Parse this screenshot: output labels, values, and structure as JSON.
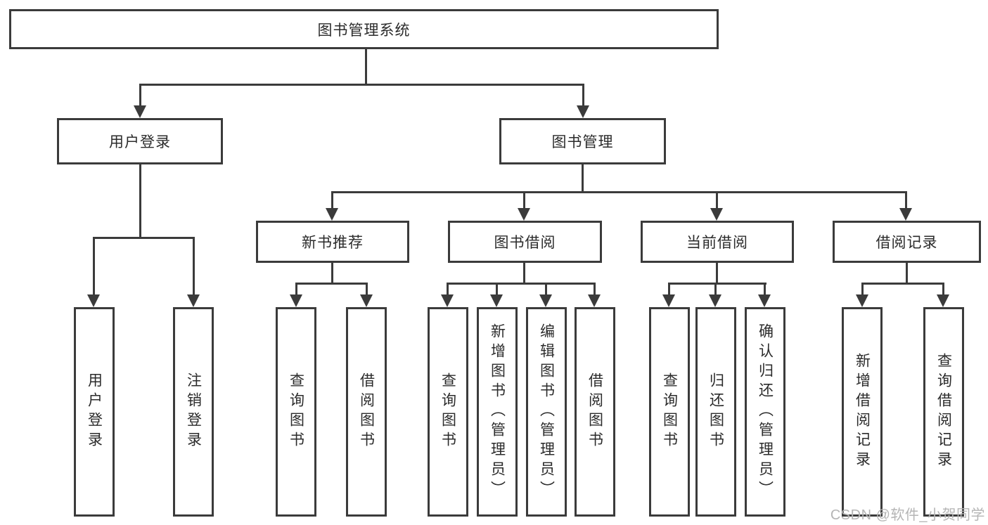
{
  "diagram": {
    "type": "tree",
    "nodes": {
      "root": {
        "label": "图书管理系统"
      },
      "user_login": {
        "label": "用户登录"
      },
      "book_mgmt": {
        "label": "图书管理"
      },
      "new_book_rec": {
        "label": "新书推荐"
      },
      "book_borrow": {
        "label": "图书借阅"
      },
      "current_borrow": {
        "label": "当前借阅"
      },
      "borrow_records": {
        "label": "借阅记录"
      },
      "leaf_user_login": {
        "label": "用户登录"
      },
      "leaf_logout": {
        "label": "注销登录"
      },
      "leaf_query_book_1": {
        "label": "查询图书"
      },
      "leaf_borrow_book_1": {
        "label": "借阅图书"
      },
      "leaf_query_book_2": {
        "label": "查询图书"
      },
      "leaf_add_book": {
        "label": "新增图书（管理员）"
      },
      "leaf_edit_book": {
        "label": "编辑图书（管理员）"
      },
      "leaf_borrow_book_2": {
        "label": "借阅图书"
      },
      "leaf_query_book_3": {
        "label": "查询图书"
      },
      "leaf_return_book": {
        "label": "归还图书"
      },
      "leaf_confirm_return": {
        "label": "确认归还（管理员）"
      },
      "leaf_add_borrow_record": {
        "label": "新增借阅记录"
      },
      "leaf_query_borrow_record": {
        "label": "查询借阅记录"
      }
    },
    "edges": [
      [
        "root",
        "user_login"
      ],
      [
        "root",
        "book_mgmt"
      ],
      [
        "user_login",
        "leaf_user_login"
      ],
      [
        "user_login",
        "leaf_logout"
      ],
      [
        "book_mgmt",
        "new_book_rec"
      ],
      [
        "book_mgmt",
        "book_borrow"
      ],
      [
        "book_mgmt",
        "current_borrow"
      ],
      [
        "book_mgmt",
        "borrow_records"
      ],
      [
        "new_book_rec",
        "leaf_query_book_1"
      ],
      [
        "new_book_rec",
        "leaf_borrow_book_1"
      ],
      [
        "book_borrow",
        "leaf_query_book_2"
      ],
      [
        "book_borrow",
        "leaf_add_book"
      ],
      [
        "book_borrow",
        "leaf_edit_book"
      ],
      [
        "book_borrow",
        "leaf_borrow_book_2"
      ],
      [
        "current_borrow",
        "leaf_query_book_3"
      ],
      [
        "current_borrow",
        "leaf_return_book"
      ],
      [
        "current_borrow",
        "leaf_confirm_return"
      ],
      [
        "borrow_records",
        "leaf_add_borrow_record"
      ],
      [
        "borrow_records",
        "leaf_query_borrow_record"
      ]
    ],
    "colors": {
      "line": "#3b3b3b",
      "box_border": "#3b3b3b",
      "text": "#2b2b2b",
      "background": "#ffffff",
      "watermark": "#b5b5b5"
    }
  },
  "watermark": {
    "text": "CSDN @软件_小贺同学"
  }
}
